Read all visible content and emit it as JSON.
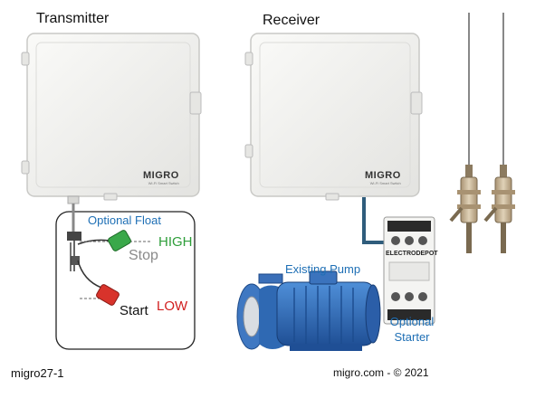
{
  "labels": {
    "transmitter": "Transmitter",
    "receiver": "Receiver",
    "optional_float": "Optional Float",
    "high": "HIGH",
    "stop": "Stop",
    "start": "Start",
    "low": "LOW",
    "existing_pump": "Existing Pump",
    "electrodepot": "ELECTRODEPOT",
    "optional_starter_line1": "Optional",
    "optional_starter_line2": "Starter",
    "figure_id": "migro27-1",
    "copyright": "migro.com  -  ©  2021"
  },
  "brand": {
    "name": "MIGRO",
    "subtitle": "Wi-Fi Smart Switch"
  },
  "colors": {
    "enclosure": "#f1f1ef",
    "enclosure_edge": "#c9c9c6",
    "cable": "#2f5d7c",
    "pump_blue": "#2a66b8",
    "float_green": "#3aa84a",
    "float_red": "#d8332b",
    "probe_body": "#c9b89a"
  }
}
